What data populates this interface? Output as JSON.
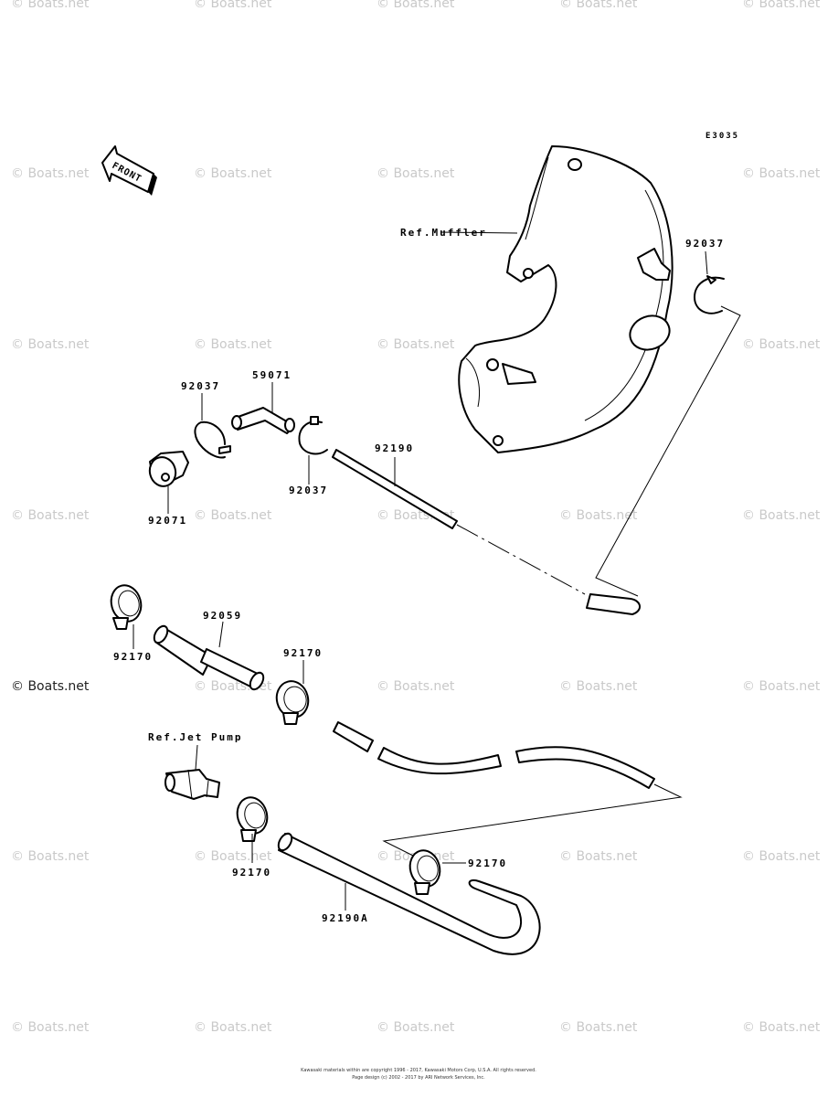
{
  "diagram": {
    "code": "E3035",
    "front_label": "FRONT",
    "labels": {
      "ref_muffler": "Ref.Muffler",
      "ref_jet_pump": "Ref.Jet Pump",
      "p92037_a": "92037",
      "p92037_b": "92037",
      "p92037_c": "92037",
      "p59071": "59071",
      "p92071": "92071",
      "p92190": "92190",
      "p92059": "92059",
      "p92170_a": "92170",
      "p92170_b": "92170",
      "p92170_c": "92170",
      "p92170_d": "92170",
      "p92190a": "92190A"
    },
    "watermark": "© Boats.net",
    "footer_line1": "Kawasaki materials within are copyright 1996 - 2017, Kawasaki Motors Corp, U.S.A. All rights reserved.",
    "footer_line2": "Page design (c) 2002 - 2017 by ARI Network Services, Inc."
  }
}
